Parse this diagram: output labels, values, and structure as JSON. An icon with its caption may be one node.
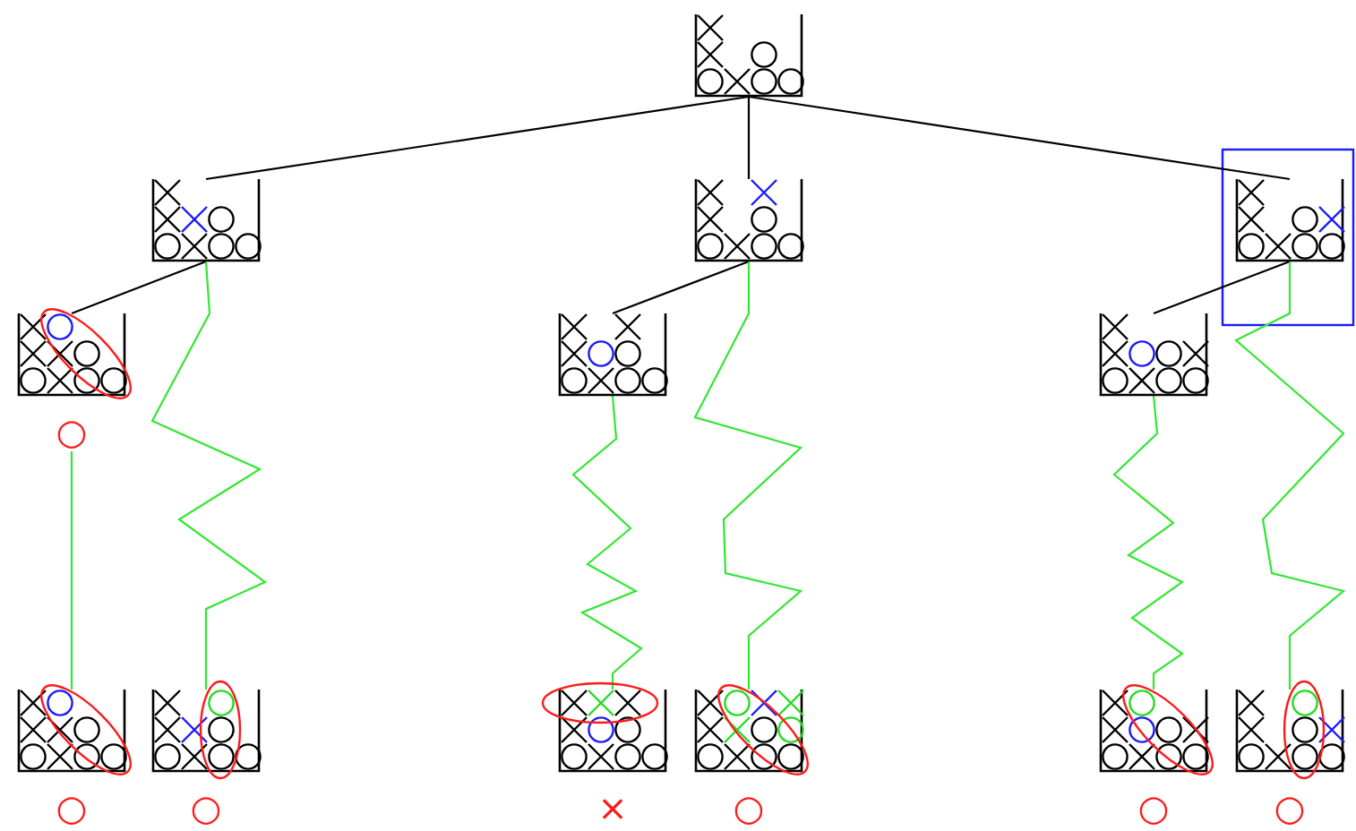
{
  "diagram": {
    "nodes": [
      {
        "text": [],
        "shape": "picture"
      },
      {
        "text": [],
        "shape": "picture"
      },
      {
        "text": [],
        "shape": "picture"
      },
      {
        "text": [],
        "shape": "picture"
      },
      {
        "text": [],
        "shape": "picture",
        "beside": [
          "○"
        ]
      },
      {
        "text": [],
        "shape": "picture"
      },
      {
        "text": [],
        "shape": "picture"
      },
      {
        "text": [],
        "shape": "picture",
        "beside": [
          "○"
        ]
      },
      {
        "text": [],
        "shape": "picture",
        "beside": [
          "○"
        ]
      },
      {
        "text": [],
        "shape": "picture",
        "beside": [
          "×"
        ]
      },
      {
        "text": [],
        "shape": "picture",
        "beside": [
          "○"
        ]
      },
      {
        "text": [],
        "shape": "picture",
        "beside": [
          "○"
        ]
      },
      {
        "text": [],
        "shape": "picture",
        "beside": [
          "○"
        ]
      }
    ],
    "edges": [
      {
        "from": 0,
        "to": 1,
        "arrow": "none"
      },
      {
        "from": 0,
        "to": 2,
        "arrow": "none"
      },
      {
        "from": 0,
        "to": 3,
        "arrow": "none"
      },
      {
        "from": 1,
        "to": 4,
        "arrow": "none"
      },
      {
        "from": 2,
        "to": 5,
        "arrow": "none"
      },
      {
        "from": 3,
        "to": 6,
        "arrow": "none"
      },
      {
        "from": 4,
        "to": 7,
        "arrow": "none",
        "color": "#33e633"
      },
      {
        "from": 1,
        "to": 8,
        "arrow": "none",
        "color": "#33e633"
      },
      {
        "from": 5,
        "to": 9,
        "arrow": "none",
        "color": "#33e633"
      },
      {
        "from": 2,
        "to": 10,
        "arrow": "none",
        "color": "#33e633"
      },
      {
        "from": 6,
        "to": 11,
        "arrow": "none",
        "color": "#33e633"
      },
      {
        "from": 3,
        "to": 12,
        "arrow": "none",
        "color": "#33e633"
      }
    ]
  }
}
